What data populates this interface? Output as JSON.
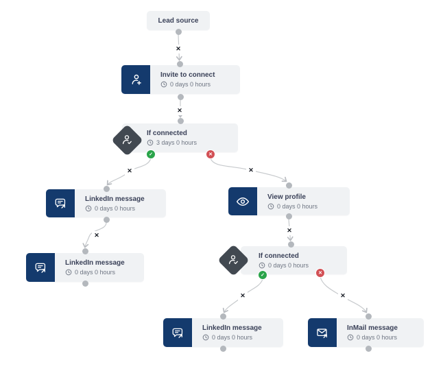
{
  "flow": {
    "nodes": [
      {
        "id": "lead-source",
        "title": "Lead source"
      },
      {
        "id": "invite-to-connect",
        "title": "Invite to connect",
        "duration": "0 days 0 hours",
        "icon": "user-plus-icon"
      },
      {
        "id": "if-connected-1",
        "title": "If connected",
        "duration": "3 days 0 hours",
        "icon": "user-check-icon"
      },
      {
        "id": "linkedin-message-1",
        "title": "LinkedIn message",
        "duration": "0 days 0 hours",
        "icon": "chat-send-icon"
      },
      {
        "id": "linkedin-message-2",
        "title": "LinkedIn message",
        "duration": "0 days 0 hours",
        "icon": "chat-send-icon"
      },
      {
        "id": "view-profile",
        "title": "View profile",
        "duration": "0 days 0 hours",
        "icon": "eye-icon"
      },
      {
        "id": "if-connected-2",
        "title": "If connected",
        "duration": "0 days 0 hours",
        "icon": "user-check-icon"
      },
      {
        "id": "linkedin-message-3",
        "title": "LinkedIn message",
        "duration": "0 days 0 hours",
        "icon": "chat-send-icon"
      },
      {
        "id": "inmail-message",
        "title": "InMail message",
        "duration": "0 days 0 hours",
        "icon": "mail-send-icon"
      }
    ],
    "glyphs": {
      "delete_edge": "✕",
      "yes": "✓",
      "no": "✕"
    },
    "colors": {
      "node_bg": "#f0f2f4",
      "icon_box": "#143a6d",
      "diamond": "#424951",
      "title_text": "#3a4158",
      "duration_text": "#6e7582",
      "edge_line": "#c7cacd",
      "port_dot": "#b4b8bd",
      "yes_badge": "#2aa44a",
      "no_badge": "#d25055",
      "delete_x": "#171b24"
    }
  }
}
